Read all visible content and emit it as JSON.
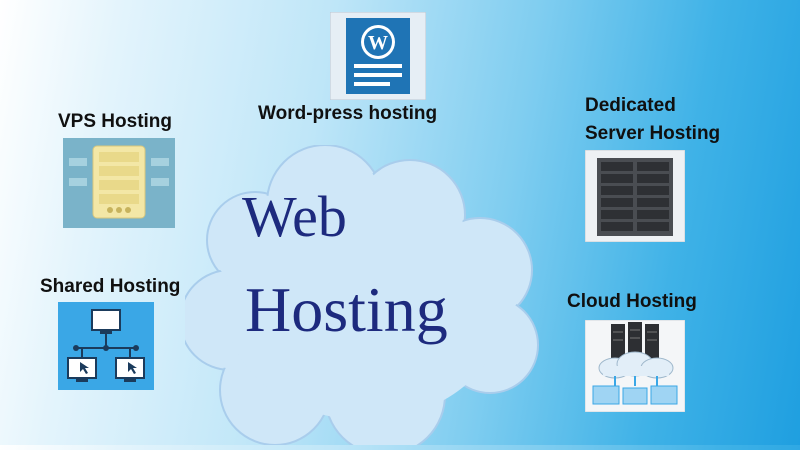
{
  "center": {
    "line1": "Web",
    "line2": "Hosting"
  },
  "types": {
    "wordpress": "Word-press hosting",
    "vps": "VPS Hosting",
    "dedicated_line1": "Dedicated",
    "dedicated_line2": "Server Hosting",
    "shared": "Shared Hosting",
    "cloud": "Cloud Hosting"
  },
  "icons": {
    "wordpress": "wordpress-icon",
    "vps": "vps-server-icon",
    "dedicated": "server-rack-icon",
    "shared": "network-computers-icon",
    "cloud": "cloud-servers-icon"
  },
  "colors": {
    "title": "#1d2a7e",
    "cloud_fill": "#cfe7f8",
    "icon_blue": "#1f74b5"
  }
}
